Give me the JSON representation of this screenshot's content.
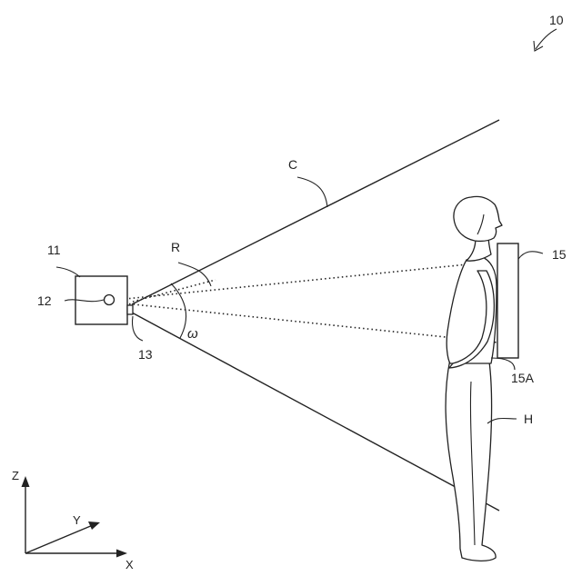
{
  "figure": {
    "reference_numeral": "10",
    "labels": {
      "camera_unit": "11",
      "light_source": "12",
      "lens": "13",
      "display_panel": "15",
      "panel_surface": "15A",
      "field_of_view": "C",
      "projection_range": "R",
      "angle": "ω",
      "human": "H"
    },
    "axes": {
      "x": "X",
      "y": "Y",
      "z": "Z"
    }
  }
}
